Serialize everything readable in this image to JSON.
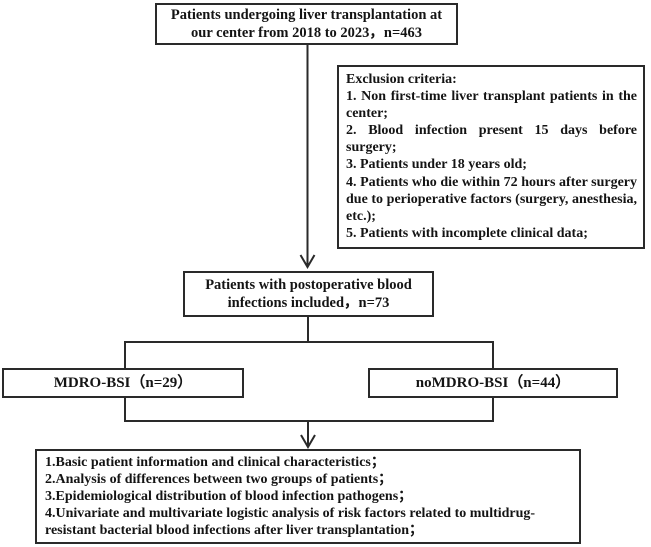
{
  "diagram_type": "study-flowchart",
  "colors": {
    "line": "#2a2a2a",
    "border": "#2a2a2a",
    "text": "#141414",
    "background": "#ffffff"
  },
  "boxes": {
    "top": {
      "lines": [
        "Patients undergoing liver transplantation at",
        "our center from 2018 to 2023，n=463"
      ]
    },
    "exclusion": {
      "title": "Exclusion criteria:",
      "items": [
        "1. Non first-time liver transplant patients in the center;",
        "2. Blood infection present 15 days before surgery;",
        "3. Patients under 18 years old;",
        "4. Patients who die within 72 hours after surgery due to perioperative factors (surgery, anesthesia, etc.);",
        "5. Patients with incomplete clinical data;"
      ]
    },
    "included": {
      "lines": [
        "Patients with postoperative blood",
        "infections included，n=73"
      ]
    },
    "mdro": {
      "label": "MDRO-BSI（n=29）"
    },
    "nomdro": {
      "label": "noMDRO-BSI（n=44）"
    },
    "analysis": {
      "items": [
        "1.Basic patient information and clinical characteristics；",
        "2.Analysis of differences between two groups of patients；",
        "3.Epidemiological distribution of blood infection pathogens；",
        "4.Univariate and multivariate logistic analysis of risk factors related to multidrug-resistant bacterial blood infections after liver transplantation；"
      ]
    }
  }
}
